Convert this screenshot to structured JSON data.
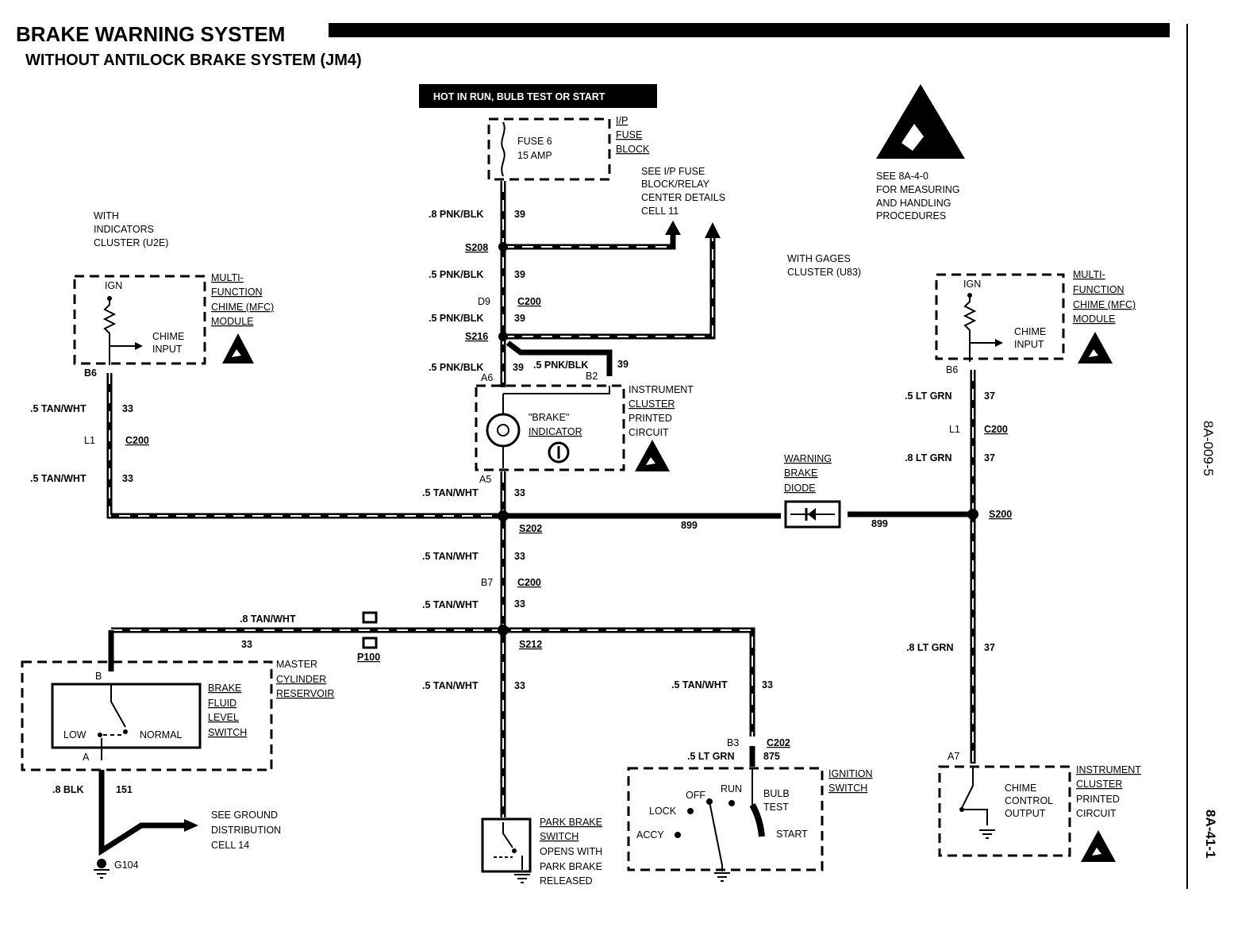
{
  "header": {
    "title": "BRAKE WARNING SYSTEM",
    "subtitle": "WITHOUT ANTILOCK BRAKE SYSTEM (JM4)"
  },
  "power": {
    "hot_label": "HOT IN RUN, BULB TEST OR START",
    "fuse_name": "FUSE 6",
    "fuse_rating": "15 AMP",
    "block_lines": [
      "I/P",
      "FUSE",
      "BLOCK"
    ],
    "see_lines": [
      "SEE I/P FUSE",
      "BLOCK/RELAY",
      "CENTER DETAILS",
      "CELL 11"
    ]
  },
  "esd_note": [
    "SEE 8A-4-0",
    "FOR MEASURING",
    "AND HANDLING",
    "PROCEDURES"
  ],
  "left_mfc": {
    "note_lines": [
      "WITH",
      "INDICATORS",
      "CLUSTER (U2E)"
    ],
    "ign": "IGN",
    "chime": [
      "CHIME",
      "INPUT"
    ],
    "module_lines": [
      "MULTI-",
      "FUNCTION",
      "CHIME (MFC)",
      "MODULE"
    ],
    "pin": "B6",
    "wire1": ".5 TAN/WHT",
    "circ1": "33",
    "pin_l1": "L1",
    "conn": "C200",
    "wire2": ".5 TAN/WHT",
    "circ2": "33"
  },
  "center": {
    "w1": ".8 PNK/BLK",
    "c1": "39",
    "s208": "S208",
    "w2": ".5 PNK/BLK",
    "c2": "39",
    "d9": "D9",
    "c200": "C200",
    "w3": ".5 PNK/BLK",
    "c3": "39",
    "s216": "S216",
    "w4": ".5 PNK/BLK",
    "c4": "39",
    "w5": ".5 PNK/BLK",
    "c5": "39",
    "a6": "A6",
    "b2": "B2",
    "brake_lines": [
      "\"BRAKE\"",
      "INDICATOR"
    ],
    "cluster_lines": [
      "INSTRUMENT",
      "CLUSTER",
      "PRINTED",
      "CIRCUIT"
    ],
    "a5": "A5",
    "w6": ".5 TAN/WHT",
    "c6": "33",
    "s202": "S202",
    "c899a": "899",
    "c899b": "899",
    "w7": ".5 TAN/WHT",
    "c7": "33",
    "b7": "B7",
    "c200b": "C200",
    "w8": ".5 TAN/WHT",
    "c8": "33",
    "w9": ".8 TAN/WHT",
    "c9": "33",
    "s212": "S212",
    "p100": "P100",
    "w10": ".5 TAN/WHT",
    "c10": "33"
  },
  "gages_note": [
    "WITH GAGES",
    "CLUSTER (U83)"
  ],
  "diode_lines": [
    "WARNING",
    "BRAKE",
    "DIODE"
  ],
  "right_mfc": {
    "ign": "IGN",
    "chime": [
      "CHIME",
      "INPUT"
    ],
    "module_lines": [
      "MULTI-",
      "FUNCTION",
      "CHIME (MFC)",
      "MODULE"
    ],
    "pin": "B6",
    "w1": ".5 LT GRN",
    "c1": "37",
    "l1": "L1",
    "conn": "C200",
    "w2": ".8 LT GRN",
    "c2": "37",
    "s200": "S200",
    "w3": ".8 LT GRN",
    "c3": "37",
    "a7": "A7",
    "ctrl": [
      "CHIME",
      "CONTROL",
      "OUTPUT"
    ],
    "cluster_lines": [
      "INSTRUMENT",
      "CLUSTER",
      "PRINTED",
      "CIRCUIT"
    ]
  },
  "master": {
    "pin_b": "B",
    "pin_a": "A",
    "low": "LOW",
    "normal": "NORMAL",
    "switch_lines": [
      "BRAKE",
      "FLUID",
      "LEVEL",
      "SWITCH"
    ],
    "reservoir_lines": [
      "MASTER",
      "CYLINDER",
      "RESERVOIR"
    ],
    "wire": ".8 BLK",
    "circ": "151",
    "ground_lines": [
      "SEE GROUND",
      "DISTRIBUTION",
      "CELL 14"
    ],
    "g104": "G104"
  },
  "park": {
    "lines": [
      "PARK BRAKE",
      "SWITCH",
      "OPENS WITH",
      "PARK BRAKE",
      "RELEASED"
    ]
  },
  "ignition": {
    "w1": ".5 TAN/WHT",
    "c1": "33",
    "b3": "B3",
    "c202": "C202",
    "w2": ".5 LT GRN",
    "c2": "875",
    "off": "OFF",
    "run": "RUN",
    "lock": "LOCK",
    "accy": "ACCY",
    "bulb": [
      "BULB",
      "TEST"
    ],
    "start": "START",
    "switch_lines": [
      "IGNITION",
      "SWITCH"
    ]
  },
  "margin": {
    "code1": "8A-009-5",
    "code2": "8A-41-1"
  }
}
